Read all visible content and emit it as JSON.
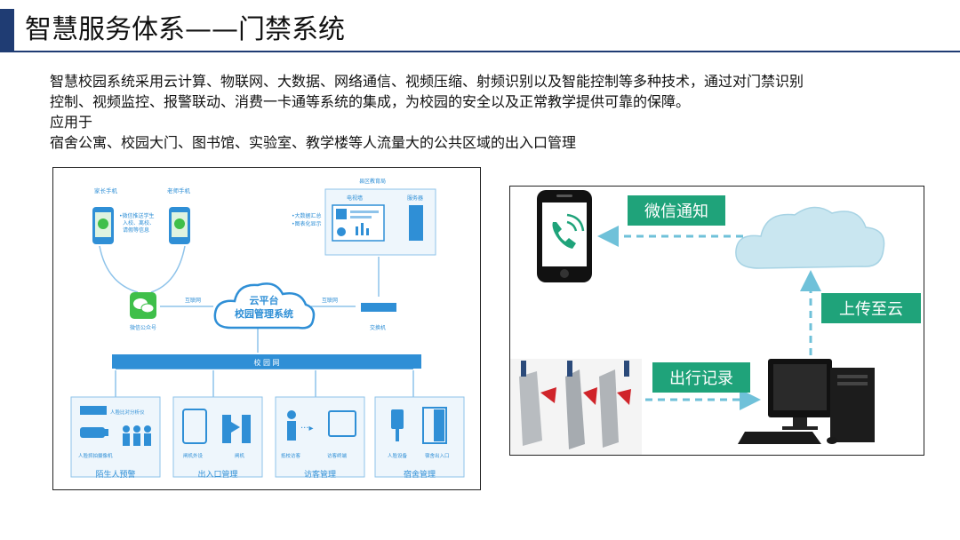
{
  "slide": {
    "title": "智慧服务体系——门禁系统",
    "intro_line1": "智慧校园系统采用云计算、物联网、大数据、网络通信、视频压缩、射频识别以及智能控制等多种技术，通过对门禁识别",
    "intro_line2": "控制、视频监控、报警联动、消费一卡通等系统的集成，为校园的安全以及正常教学提供可靠的保障。",
    "intro_line3": "应用于",
    "intro_line4": "宿舍公寓、校园大门、图书馆、实验室、教学楼等人流量大的公共区域的出入口管理"
  },
  "architecture": {
    "parent_phone_label": "家长手机",
    "teacher_phone_label": "老师手机",
    "push_note_1": "•微信推送学生",
    "push_note_2": "入校、离校、",
    "push_note_3": "请假等信息",
    "bureau_label": "县区教育局",
    "tv_wall_label": "电视墙",
    "server_label": "服务器",
    "bigdata_note_1": "•大数据汇总",
    "bigdata_note_2": "•图表化显示",
    "wechat_account_label": "微信公众号",
    "internet_label_left": "互联网",
    "internet_label_right": "互联网",
    "cloud_line1": "云平台",
    "cloud_line2": "校园管理系统",
    "switch_label": "交换机",
    "campus_net_label": "校 园 网",
    "face_analyzer_label": "人脸比对分析仪",
    "face_camera_label": "人脸抓拍摄像机",
    "gate_controller_label": "闸机外设",
    "gate_label": "闸机",
    "visitor_label": "抵校访客",
    "visitor_terminal_label": "访客终端",
    "face_device_label": "人脸设备",
    "dorm_entrance_label": "宿舍出入口",
    "section_stranger": "陌生人预警",
    "section_entrance": "出入口管理",
    "section_visitor": "访客管理",
    "section_dorm": "宿舍管理",
    "colors": {
      "blue": "#2f8fd6",
      "line": "#8ec3ea",
      "wechat_green": "#3fbf4a"
    }
  },
  "flow": {
    "wechat_notify": "微信通知",
    "upload_cloud": "上传至云",
    "access_record": "出行记录",
    "colors": {
      "label_bg": "#1fa37a",
      "arrow": "#6fc1d9",
      "cloud": "#c9e6f0"
    }
  }
}
